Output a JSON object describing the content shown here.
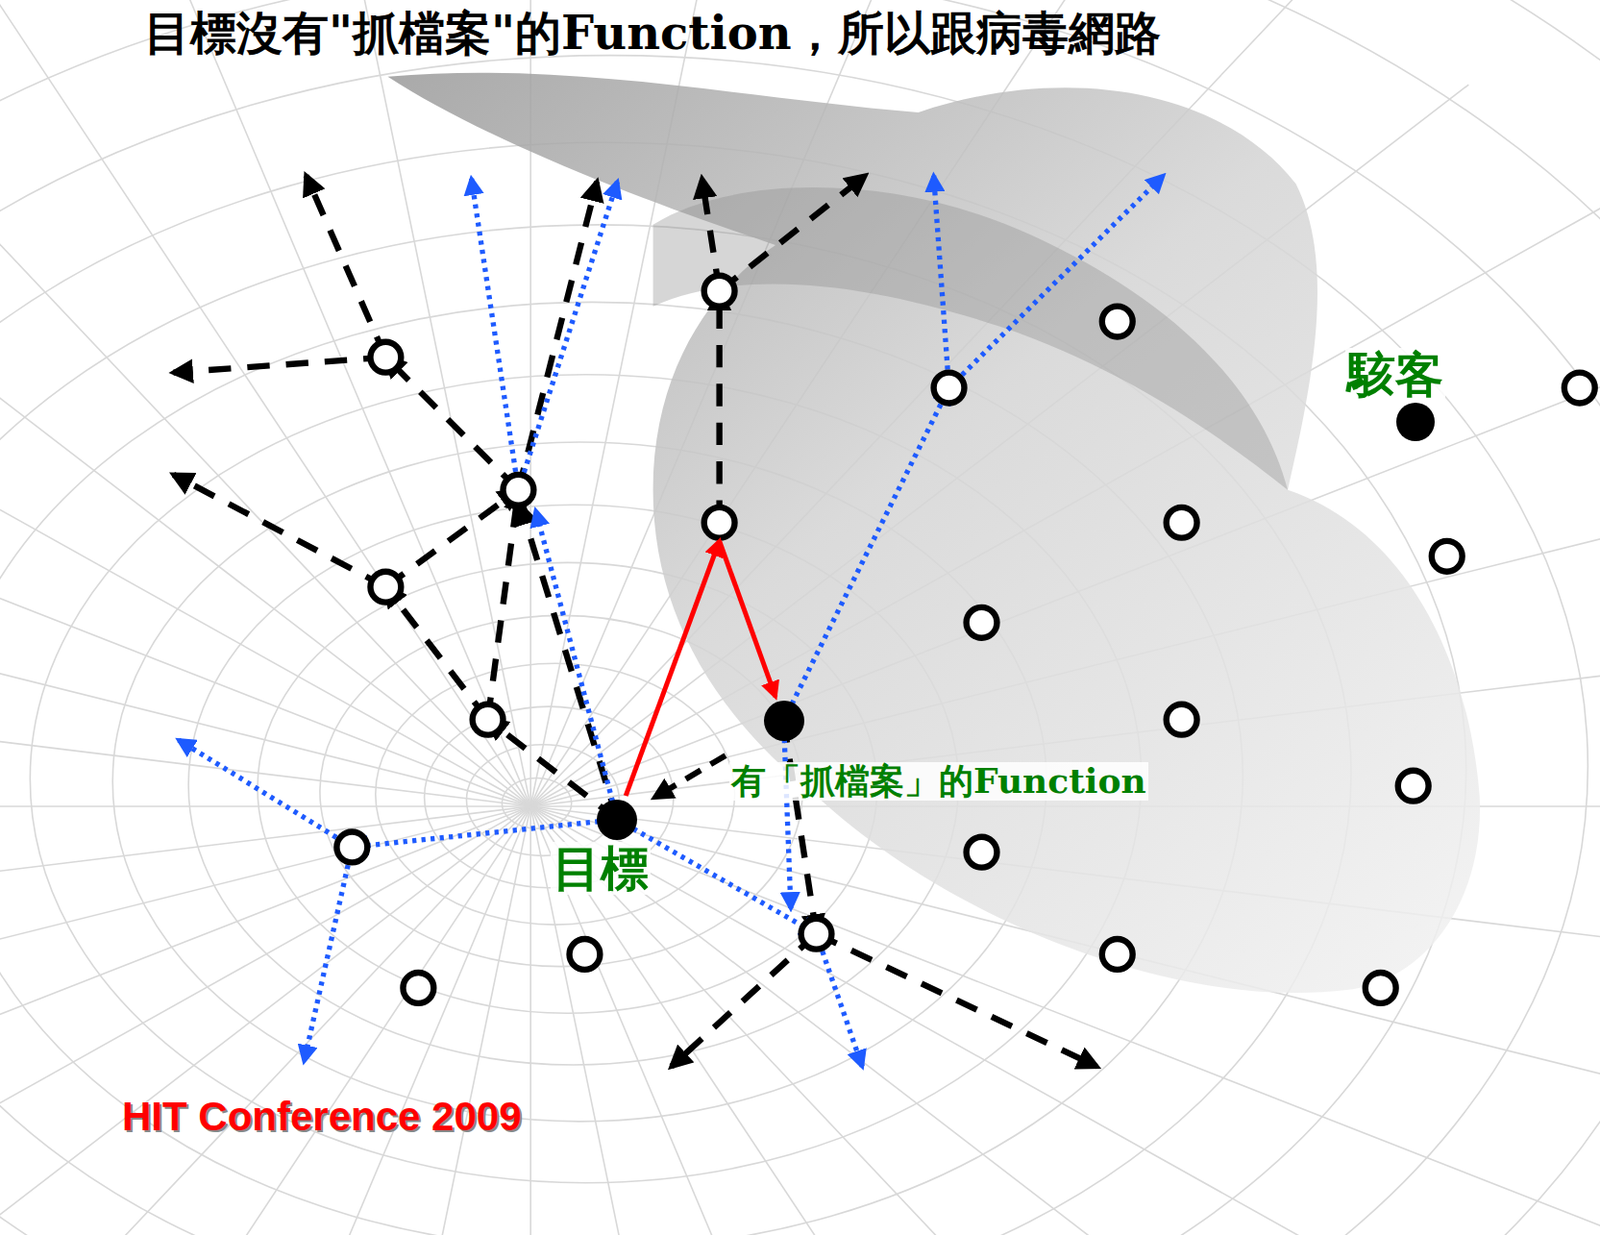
{
  "diagram": {
    "title": "目標沒有\"抓檔案\"的Function，所以跟病毒網路",
    "nodes": [
      {
        "text": [
          "駭客"
        ]
      },
      {
        "text": [
          "有「抓檔案」的Function"
        ]
      },
      {
        "text": [
          "目標"
        ]
      }
    ],
    "edges": [
      {
        "from": 2,
        "to": 1,
        "arrow": "to"
      },
      {
        "from": 1,
        "to": 2,
        "arrow": "to"
      }
    ],
    "labels": [
      "HIT Conference 2009"
    ]
  }
}
